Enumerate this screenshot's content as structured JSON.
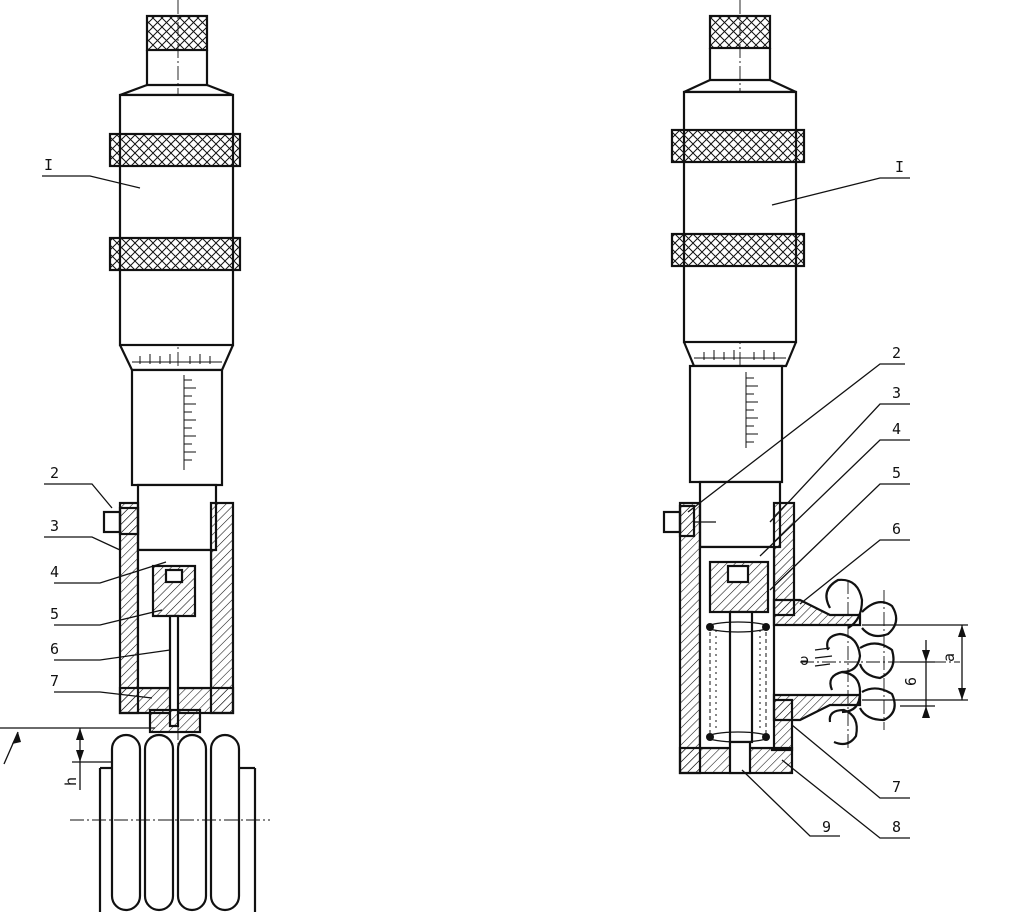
{
  "left_view": {
    "callouts": [
      "I",
      "2",
      "3",
      "4",
      "5",
      "6",
      "7"
    ],
    "dimension": "h"
  },
  "right_view": {
    "callouts": [
      "I",
      "2",
      "3",
      "4",
      "5",
      "6",
      "7",
      "8",
      "9"
    ],
    "dimensions": [
      "a",
      "6"
    ]
  }
}
